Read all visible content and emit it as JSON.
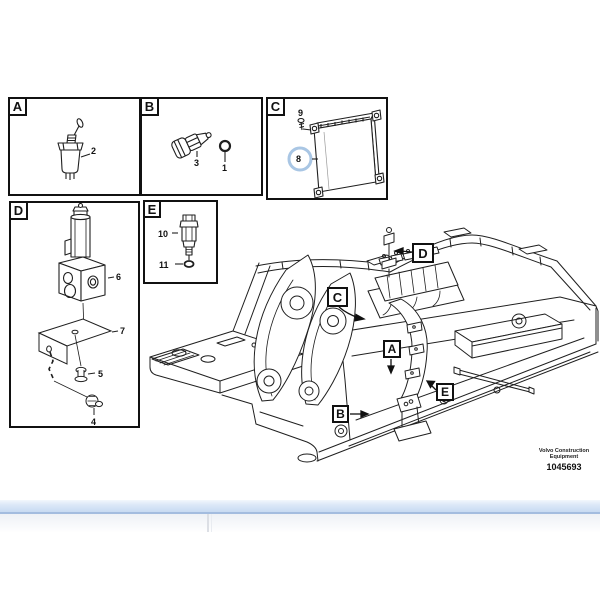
{
  "figure": {
    "brand_line1": "Volvo Construction",
    "brand_line2": "Equipment",
    "drawing_number": "1045693"
  },
  "panels": {
    "A": {
      "letter": "A",
      "labels": {
        "n2": "2"
      }
    },
    "B": {
      "letter": "B",
      "labels": {
        "n3": "3",
        "n1": "1"
      }
    },
    "C": {
      "letter": "C",
      "labels": {
        "n9": "9",
        "n8": "8"
      }
    },
    "D": {
      "letter": "D",
      "labels": {
        "n6": "6",
        "n7": "7",
        "n5": "5",
        "n4": "4"
      }
    },
    "E": {
      "letter": "E",
      "labels": {
        "n10": "10",
        "n11": "11"
      }
    }
  },
  "callouts": {
    "A": "A",
    "B": "B",
    "C": "C",
    "D": "D",
    "E": "E"
  },
  "colors": {
    "line": "#1f1f1f",
    "highlight_circle": "#a9c6e4",
    "toolbar_blue": "#c7daf2",
    "toolbar_edge": "#a3bcdf"
  }
}
